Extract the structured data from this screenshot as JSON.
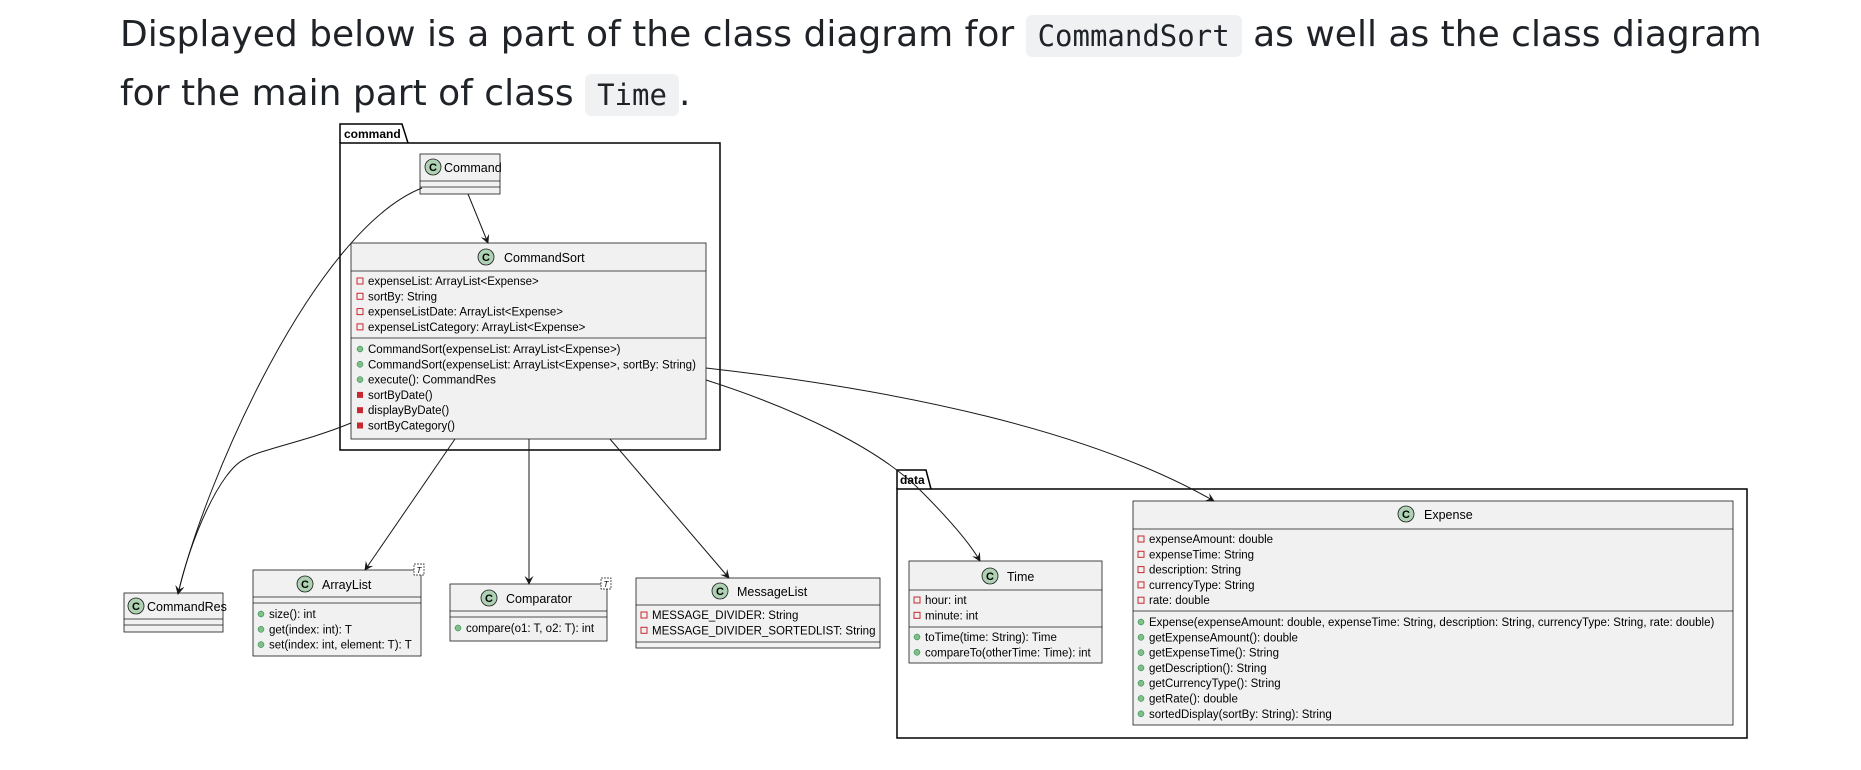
{
  "intro": {
    "before": "Displayed below is a part of the class diagram for ",
    "code1": "CommandSort",
    "middle": " as well as the class diagram for the main part of class ",
    "code2": "Time",
    "after": "."
  },
  "packages": {
    "command": "command",
    "data": "data"
  },
  "class_marker": "C",
  "generic_marker": "T",
  "classes": {
    "command": {
      "name": "Command"
    },
    "commandsort": {
      "name": "CommandSort",
      "fields": [
        "expenseList: ArrayList<Expense>",
        "sortBy: String",
        "expenseListDate: ArrayList<Expense>",
        "expenseListCategory: ArrayList<Expense>"
      ],
      "methods": [
        "CommandSort(expenseList: ArrayList<Expense>)",
        "CommandSort(expenseList: ArrayList<Expense>, sortBy: String)",
        "execute(): CommandRes",
        "sortByDate()",
        "displayByDate()",
        "sortByCategory()"
      ],
      "method_vis": [
        "public",
        "public",
        "public",
        "private",
        "private",
        "private"
      ]
    },
    "commandres": {
      "name": "CommandRes"
    },
    "arraylist": {
      "name": "ArrayList",
      "methods": [
        "size(): int",
        "get(index: int): T",
        "set(index: int, element: T): T"
      ]
    },
    "comparator": {
      "name": "Comparator",
      "methods": [
        "compare(o1: T, o2: T): int"
      ]
    },
    "messagelist": {
      "name": "MessageList",
      "fields": [
        "MESSAGE_DIVIDER: String",
        "MESSAGE_DIVIDER_SORTEDLIST: String"
      ]
    },
    "time": {
      "name": "Time",
      "fields": [
        "hour: int",
        "minute: int"
      ],
      "methods": [
        "toTime(time: String): Time",
        "compareTo(otherTime: Time): int"
      ]
    },
    "expense": {
      "name": "Expense",
      "fields": [
        "expenseAmount: double",
        "expenseTime: String",
        "description: String",
        "currencyType: String",
        "rate: double"
      ],
      "methods": [
        "Expense(expenseAmount: double, expenseTime: String, description: String, currencyType: String, rate: double)",
        "getExpenseAmount(): double",
        "getExpenseTime(): String",
        "getDescription(): String",
        "getCurrencyType(): String",
        "getRate(): double",
        "sortedDisplay(sortBy: String): String"
      ]
    }
  },
  "colors": {
    "class_icon": "#add1b2",
    "private_field": "#c82930",
    "public_method": "#84be84",
    "private_method": "#c82930",
    "box_fill": "#f1f1f1",
    "inline_code_bg": "#eff1f3"
  }
}
